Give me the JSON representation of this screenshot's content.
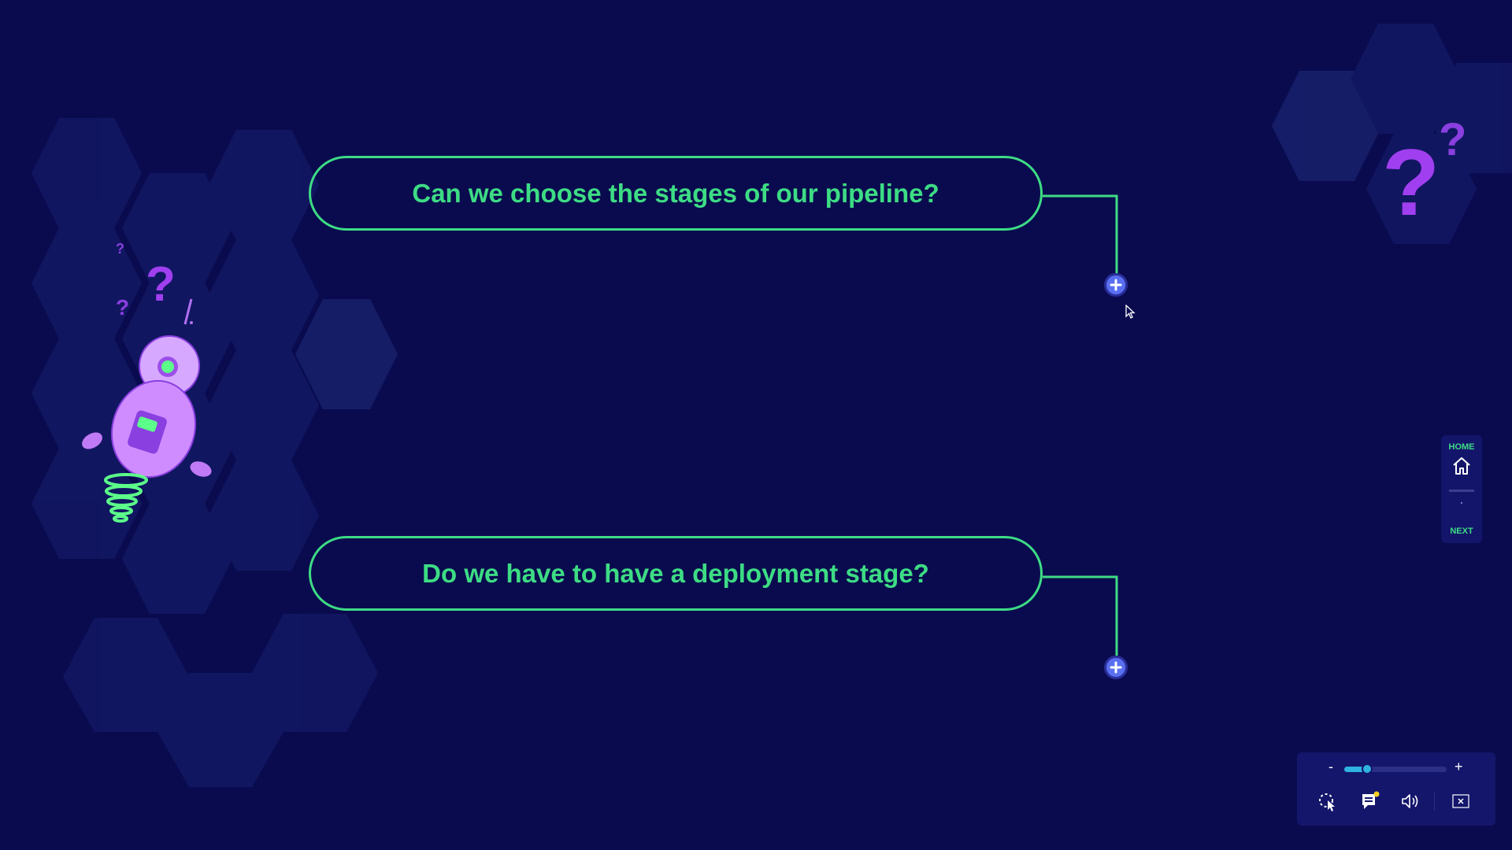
{
  "questions": [
    {
      "text": "Can we choose the stages of our pipeline?"
    },
    {
      "text": "Do we have to have a deployment stage?"
    }
  ],
  "nav": {
    "home_label": "HOME",
    "next_label": "NEXT"
  },
  "controls": {
    "zoom_minus": "-",
    "zoom_plus": "+",
    "zoom_level": 0.22
  },
  "colors": {
    "background": "#0a0b4f",
    "accent_green": "#3ddc84",
    "accent_purple": "#a03ff0",
    "plus_blue": "#5a6ff0"
  },
  "icons": [
    "plus-icon",
    "home-icon",
    "cursor-icon",
    "captions-icon",
    "volume-icon",
    "close-icon",
    "pointer-icon"
  ]
}
